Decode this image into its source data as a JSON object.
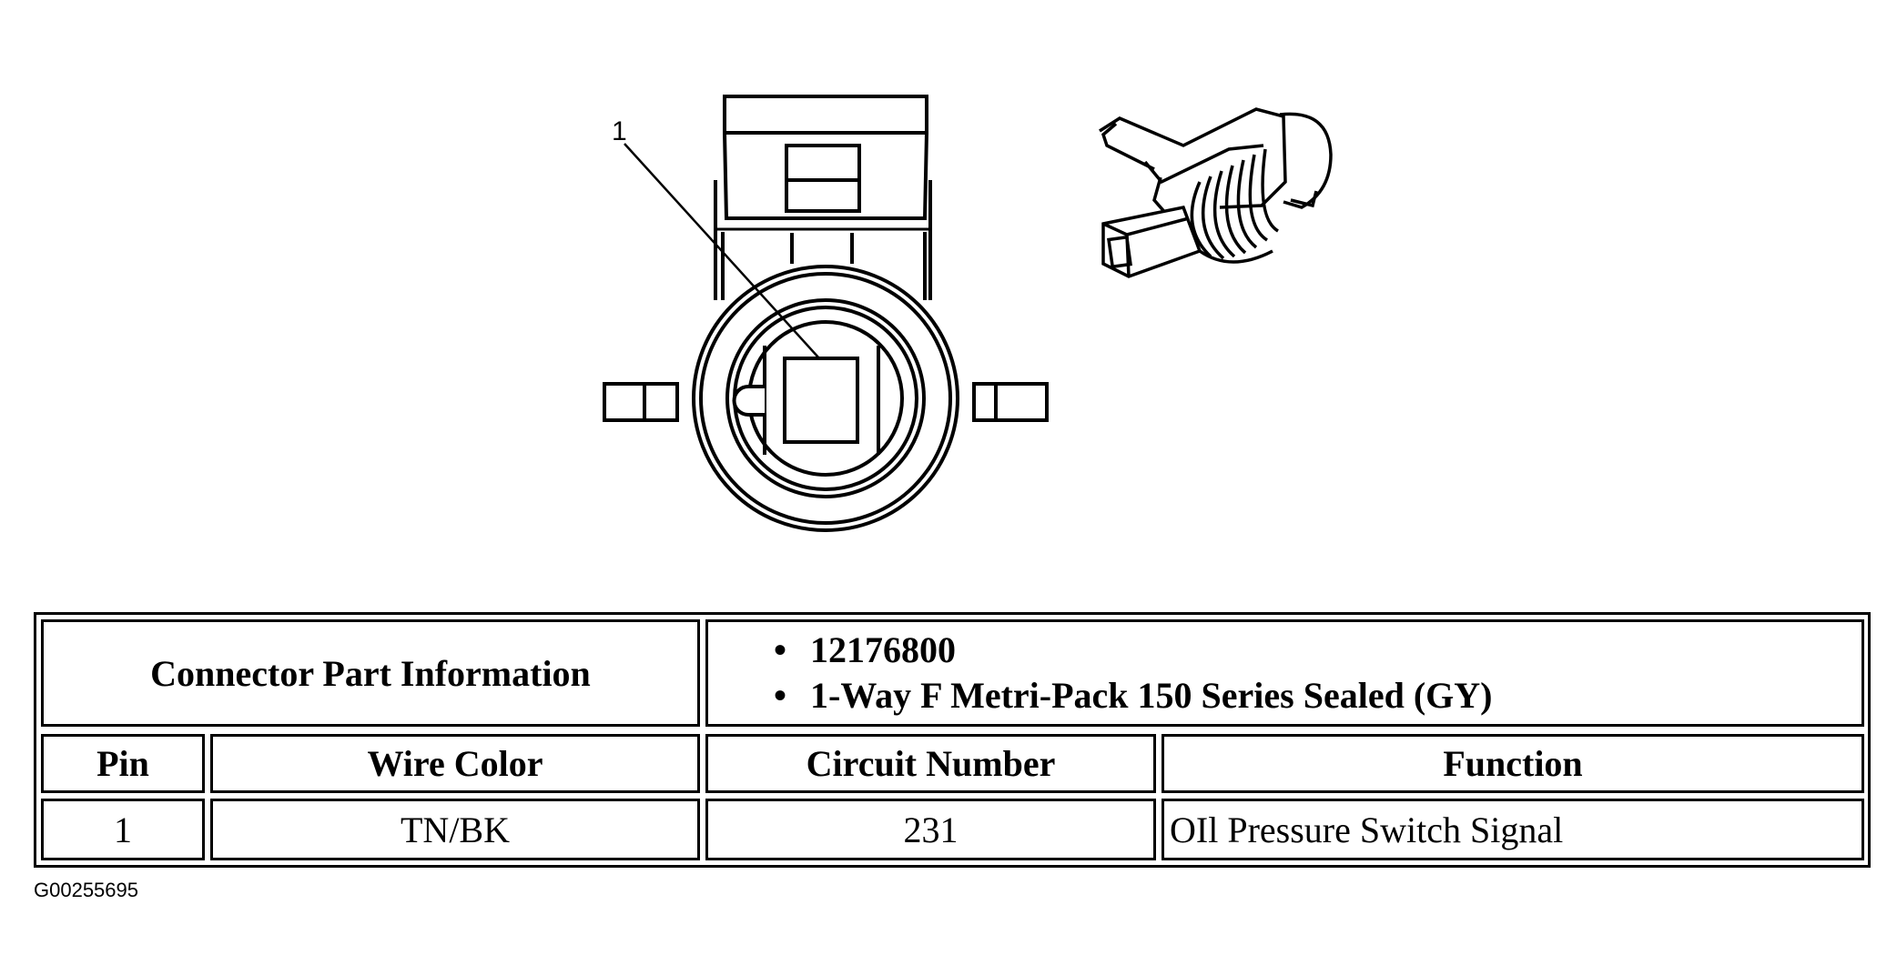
{
  "figure": {
    "callout_label": "1",
    "front_view": "connector-face-view",
    "iso_view": "connector-isometric-view",
    "figure_id": "G00255695"
  },
  "table": {
    "part_info_label": "Connector Part Information",
    "part_info_items": [
      "12176800",
      "1-Way F Metri-Pack 150 Series Sealed (GY)"
    ],
    "columns": [
      "Pin",
      "Wire Color",
      "Circuit Number",
      "Function"
    ],
    "rows": [
      {
        "pin": "1",
        "wire_color": "TN/BK",
        "circuit_number": "231",
        "function": "OIl Pressure Switch Signal"
      }
    ]
  }
}
